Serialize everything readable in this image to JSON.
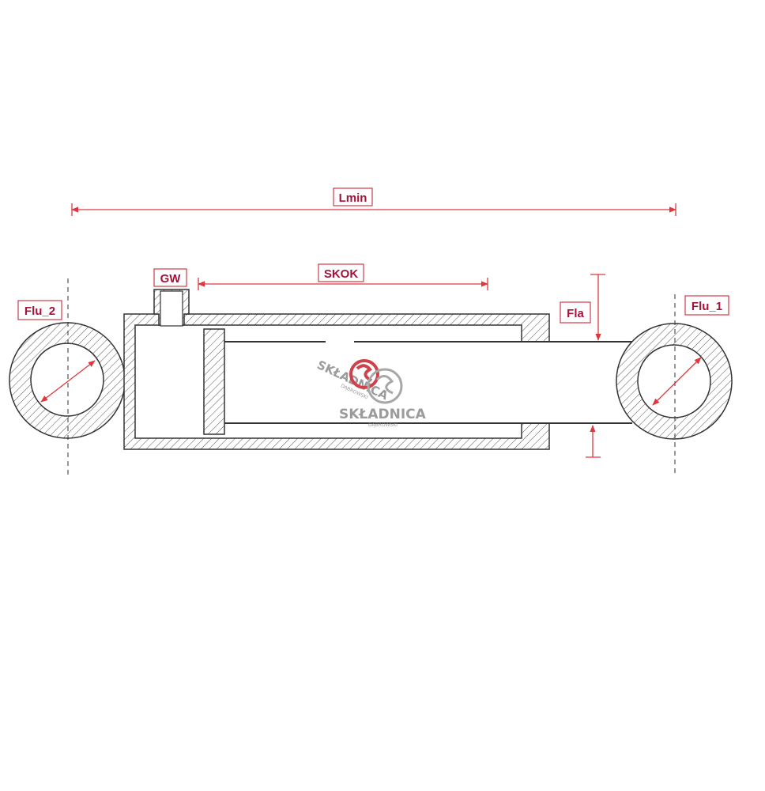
{
  "labels": {
    "lmin": "Lmin",
    "gw": "GW",
    "skok": "SKOK",
    "fla": "Fla",
    "flu_1": "Flu_1",
    "flu_2": "Flu_2"
  },
  "watermark": {
    "brand": "SKŁADNICA",
    "sub": "DĄBROWSKI"
  },
  "colors": {
    "dimension": "#e0363d",
    "label_text": "#a5123a",
    "label_border": "#d23a4a",
    "outline": "#333333",
    "watermark": "#8a8a8a",
    "watermark_accent": "#c8202a"
  }
}
